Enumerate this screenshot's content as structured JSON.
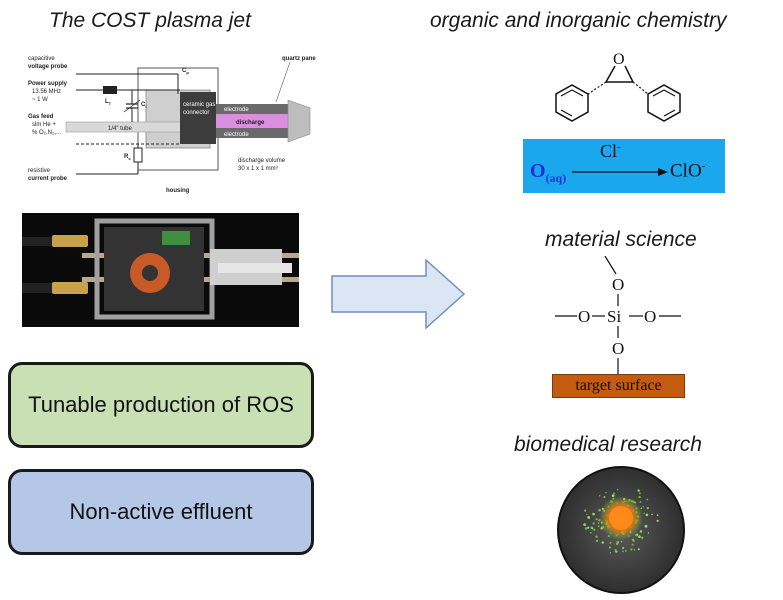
{
  "left": {
    "title": "The COST plasma jet",
    "schematic": {
      "capacitive_probe_1": "capacitive",
      "capacitive_probe_2": "voltage probe",
      "power_supply": "Power supply",
      "power_freq": "13.56 MHz",
      "power_watt": "~ 1 W",
      "gas_feed": "Gas feed",
      "gas_he": "slm He +",
      "gas_mix": "% O₂,N₂,...",
      "resistive_probe_1": "resistive",
      "resistive_probe_2": "current probe",
      "housing": "housing",
      "tube": "1/4\" tube",
      "ceramic_1": "ceramic gas",
      "ceramic_2": "connector",
      "quartz": "quartz pane",
      "electrode_top": "electrode",
      "electrode_bottom": "electrode",
      "discharge": "discharge",
      "discharge_volume": "discharge volume",
      "discharge_dims": "30 x 1 x 1 mm³",
      "cp": "C",
      "cp_sub": "p",
      "lt": "L",
      "lt_sub": "T",
      "ct": "C",
      "ct_sub": "t",
      "rs": "R",
      "rs_sub": "s"
    },
    "box_ros": "Tunable production of ROS",
    "box_effluent": "Non-active effluent"
  },
  "right": {
    "organic_title": "organic and inorganic chemistry",
    "epoxide_o": "O",
    "reaction": {
      "reactant": "O",
      "reactant_sub": "(aq)",
      "above_arrow": "Cl",
      "above_sup": "-",
      "product": "ClO",
      "product_sup": "-"
    },
    "material_title": "material science",
    "siloxane": {
      "o_top": "O",
      "o_left": "O",
      "si": "Si",
      "o_right": "O",
      "o_bottom": "O"
    },
    "target_surface": "target surface",
    "biomedical_title": "biomedical research"
  },
  "colors": {
    "ros_box_fill": "#c8e0b4",
    "effluent_box_fill": "#b4c7e7",
    "reaction_bg": "#1aa7ee",
    "reaction_text": "#1f2fe0",
    "target_surface": "#c55a11",
    "discharge": "#d98ee0",
    "arrow_fill": "#dbe6f4",
    "arrow_stroke": "#6f8fbf"
  }
}
